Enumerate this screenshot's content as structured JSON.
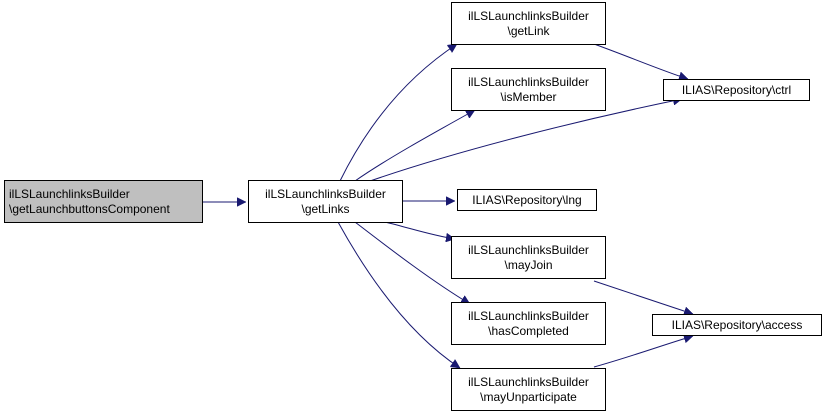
{
  "colors": {
    "edge": "#191970",
    "node_border": "#000000",
    "node_fill": "#ffffff",
    "current_fill": "#bfbfbf"
  },
  "nodes": {
    "root": {
      "line1": "ilLSLaunchlinksBuilder",
      "line2": "\\getLaunchbuttonsComponent"
    },
    "getLinks": {
      "line1": "ilLSLaunchlinksBuilder",
      "line2": "\\getLinks"
    },
    "getLink": {
      "line1": "ilLSLaunchlinksBuilder",
      "line2": "\\getLink"
    },
    "isMember": {
      "line1": "ilLSLaunchlinksBuilder",
      "line2": "\\isMember"
    },
    "ctrl": {
      "line1": "ILIAS\\Repository\\ctrl"
    },
    "lng": {
      "line1": "ILIAS\\Repository\\lng"
    },
    "mayJoin": {
      "line1": "ilLSLaunchlinksBuilder",
      "line2": "\\mayJoin"
    },
    "hasCompleted": {
      "line1": "ilLSLaunchlinksBuilder",
      "line2": "\\hasCompleted"
    },
    "mayUnpart": {
      "line1": "ilLSLaunchlinksBuilder",
      "line2": "\\mayUnparticipate"
    },
    "access": {
      "line1": "ILIAS\\Repository\\access"
    }
  }
}
